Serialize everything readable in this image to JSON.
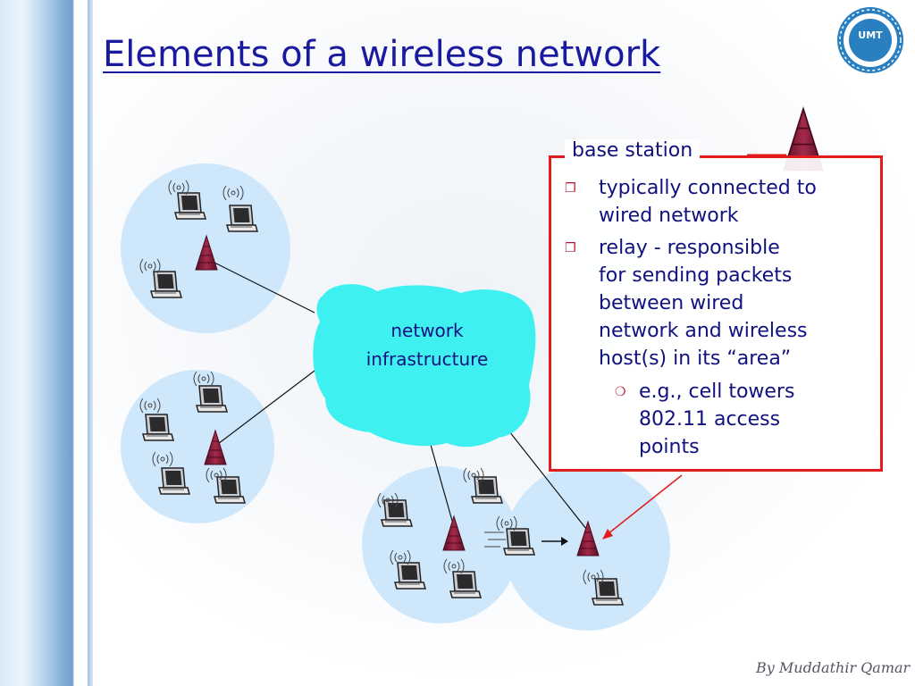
{
  "slide": {
    "title": "Elements of a wireless network",
    "logo_text": "UMT",
    "byline": "By Muddathir Qamar"
  },
  "diagram": {
    "cloud_label_line1": "network",
    "cloud_label_line2": "infrastructure",
    "cell_color": "#cfe7fb",
    "cloud_color": "#3ff0f0",
    "tower_color": "#8b1a3a",
    "arrow_color": "#e21c1c"
  },
  "info_box": {
    "heading": "base station",
    "bullets": [
      {
        "lines": [
          "typically connected to",
          "wired network"
        ]
      },
      {
        "lines": [
          "relay - responsible",
          "for sending packets",
          "between wired",
          "network and wireless",
          "host(s) in its “area”"
        ]
      }
    ],
    "sub_bullet": {
      "lines": [
        "e.g., cell towers",
        "802.11 access",
        "points"
      ]
    }
  }
}
